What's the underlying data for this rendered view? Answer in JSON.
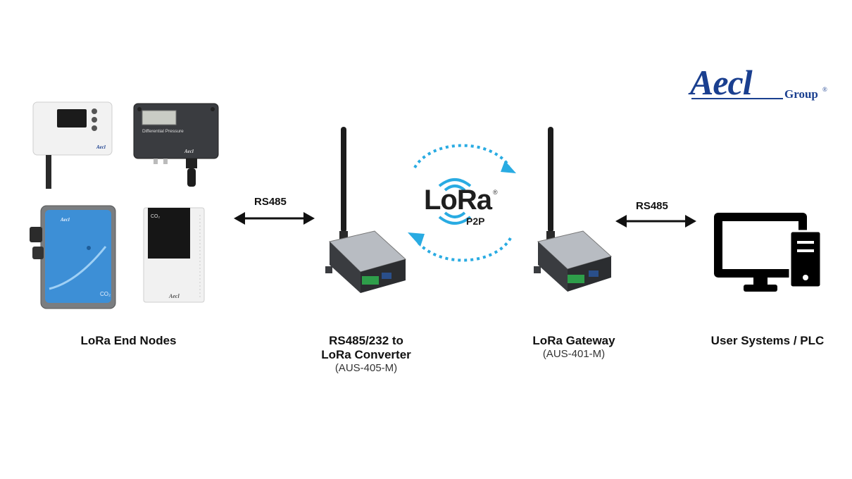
{
  "brand": {
    "logo_text": "Aecl",
    "logo_suffix": "Group",
    "registered_mark": "®",
    "color": "#1a3f8f"
  },
  "devices": [
    {
      "id": "end-nodes",
      "title": "LoRa End Nodes",
      "model": ""
    },
    {
      "id": "converter",
      "title_line1": "RS485/232 to",
      "title_line2": "LoRa Converter",
      "model": "(AUS-405-M)"
    },
    {
      "id": "gateway",
      "title": "LoRa Gateway",
      "model": "(AUS-401-M)"
    },
    {
      "id": "user-systems",
      "title": "User Systems / PLC",
      "model": ""
    }
  ],
  "links": {
    "left": "RS485",
    "right": "RS485"
  },
  "lora": {
    "logo_text": "LoRa",
    "registered_mark": "®",
    "mode": "P2P",
    "arrow_color": "#29abe2",
    "wave_color": "#29abe2"
  },
  "sensor_texts": {
    "differential_pressure": "Differential Pressure",
    "co2_a": "CO₂",
    "co2_b": "CO₂",
    "brand_small": "Aecl"
  },
  "colors": {
    "sensor_blue": "#3d8fd6",
    "dark_body": "#2b2d30",
    "terminal_green": "#2e9e4a"
  }
}
